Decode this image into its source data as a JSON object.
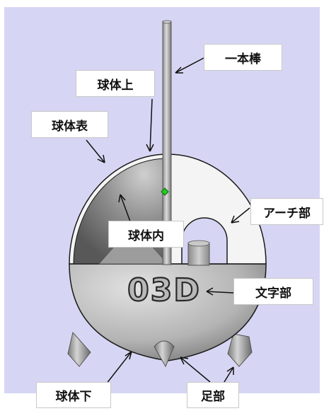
{
  "labels": {
    "rod": "一本棒",
    "sphere_top": "球体上",
    "sphere_surface": "球体表",
    "arch": "アーチ部",
    "sphere_inner": "球体内",
    "text_part": "文字部",
    "sphere_bottom": "球体下",
    "foot": "足部"
  },
  "engraving": "03D",
  "colors": {
    "background": "#d6d6f4",
    "outline": "#1a1a1a"
  }
}
